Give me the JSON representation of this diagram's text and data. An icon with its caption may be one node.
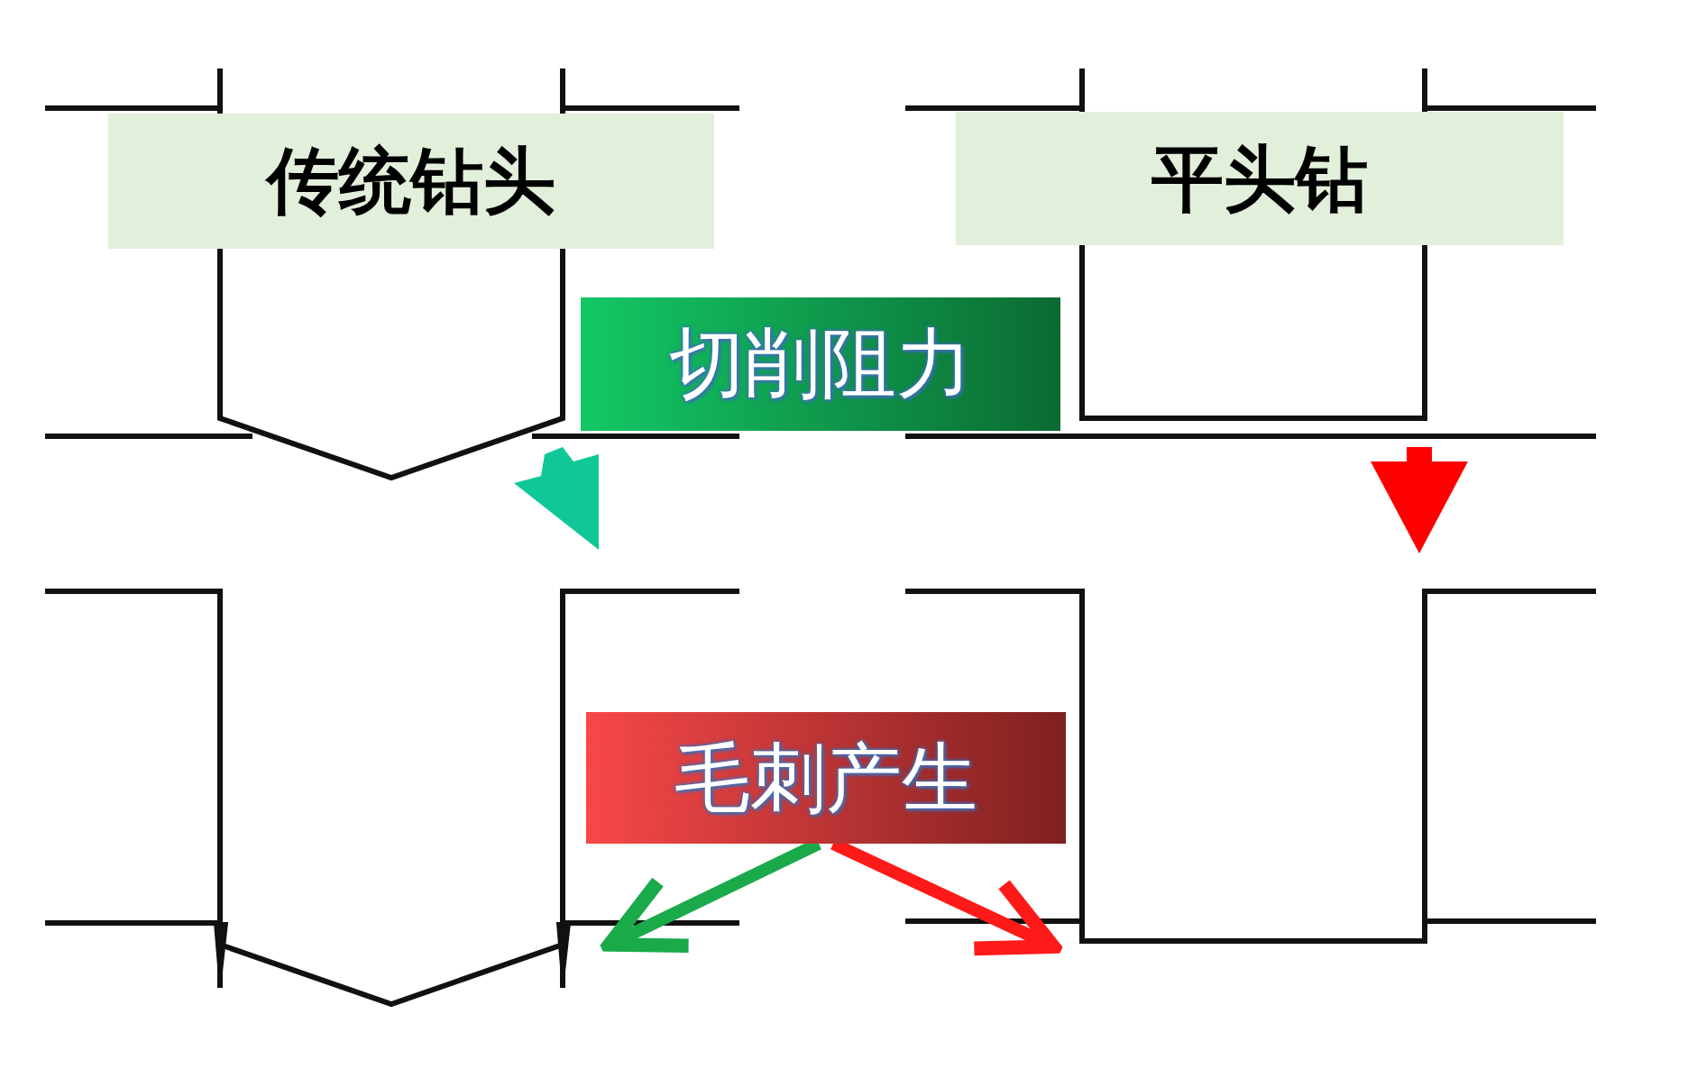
{
  "diagram": {
    "nodes": [
      {
        "text": [
          "传统钻头"
        ]
      },
      {
        "text": [
          "平头钻"
        ]
      },
      {
        "text": [
          "切削阻力"
        ]
      },
      {
        "text": [
          "毛刺产生"
        ]
      }
    ],
    "edges": [
      {
        "from": 3,
        "to": null,
        "arrow": "to",
        "color": "#1aaa4a"
      },
      {
        "from": 3,
        "to": null,
        "arrow": "to",
        "color": "#ff1a1a"
      }
    ]
  }
}
